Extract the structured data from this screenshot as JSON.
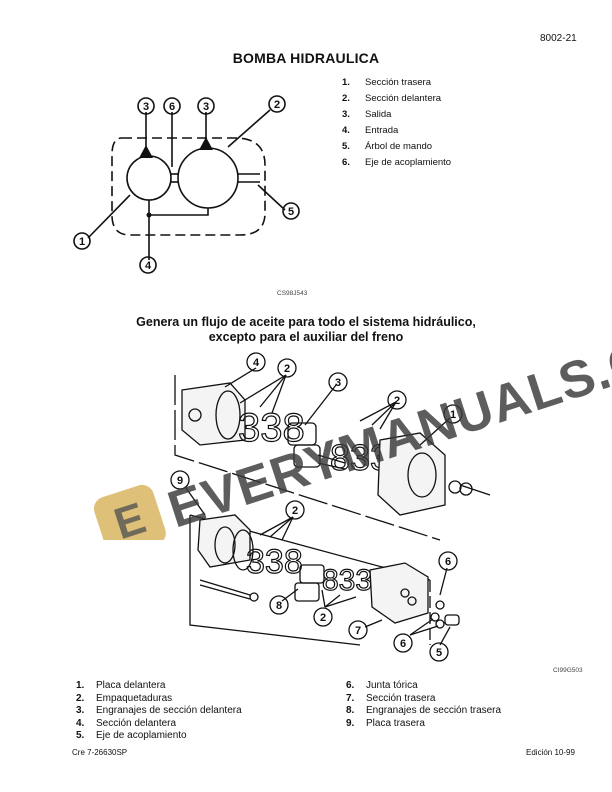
{
  "header": {
    "page_number": "8002-21"
  },
  "section1": {
    "title": "BOMBA HIDRAULICA",
    "figure_code": "CS98J543",
    "callouts": [
      "3",
      "6",
      "3",
      "2",
      "5",
      "1",
      "4"
    ],
    "legend": [
      {
        "num": "1.",
        "label": "Sección trasera"
      },
      {
        "num": "2.",
        "label": "Sección delantera"
      },
      {
        "num": "3.",
        "label": "Salida"
      },
      {
        "num": "4.",
        "label": "Entrada"
      },
      {
        "num": "5.",
        "label": "Árbol de mando"
      },
      {
        "num": "6.",
        "label": "Eje de acoplamiento"
      }
    ]
  },
  "section2": {
    "subtitle_line1": "Genera un flujo de aceite para todo el sistema hidráulico,",
    "subtitle_line2": "excepto para el auxiliar del freno",
    "figure_code": "CI99G503",
    "callouts": {
      "c4": "4",
      "c2a": "2",
      "c3": "3",
      "c2b": "2",
      "c1": "1",
      "c9": "9",
      "c2c": "2",
      "c8": "8",
      "c2d": "2",
      "c7": "7",
      "c6a": "6",
      "c6b": "6",
      "c5": "5"
    },
    "legend_left": [
      {
        "num": "1.",
        "label": "Placa delantera"
      },
      {
        "num": "2.",
        "label": "Empaquetaduras"
      },
      {
        "num": "3.",
        "label": "Engranajes de sección delantera"
      },
      {
        "num": "4.",
        "label": "Sección delantera"
      },
      {
        "num": "5.",
        "label": "Eje de acoplamiento"
      }
    ],
    "legend_right": [
      {
        "num": "6.",
        "label": "Junta tórica"
      },
      {
        "num": "7.",
        "label": "Sección trasera"
      },
      {
        "num": "8.",
        "label": "Engranajes de sección trasera"
      },
      {
        "num": "9.",
        "label": "Placa trasera"
      }
    ]
  },
  "watermark": {
    "text": "EVERYMANUALS.COM",
    "logo_letter": "E",
    "logo_color": "#d9b560"
  },
  "footer": {
    "left": "Cre  7-26630SP",
    "right": "Edición 10-99"
  }
}
